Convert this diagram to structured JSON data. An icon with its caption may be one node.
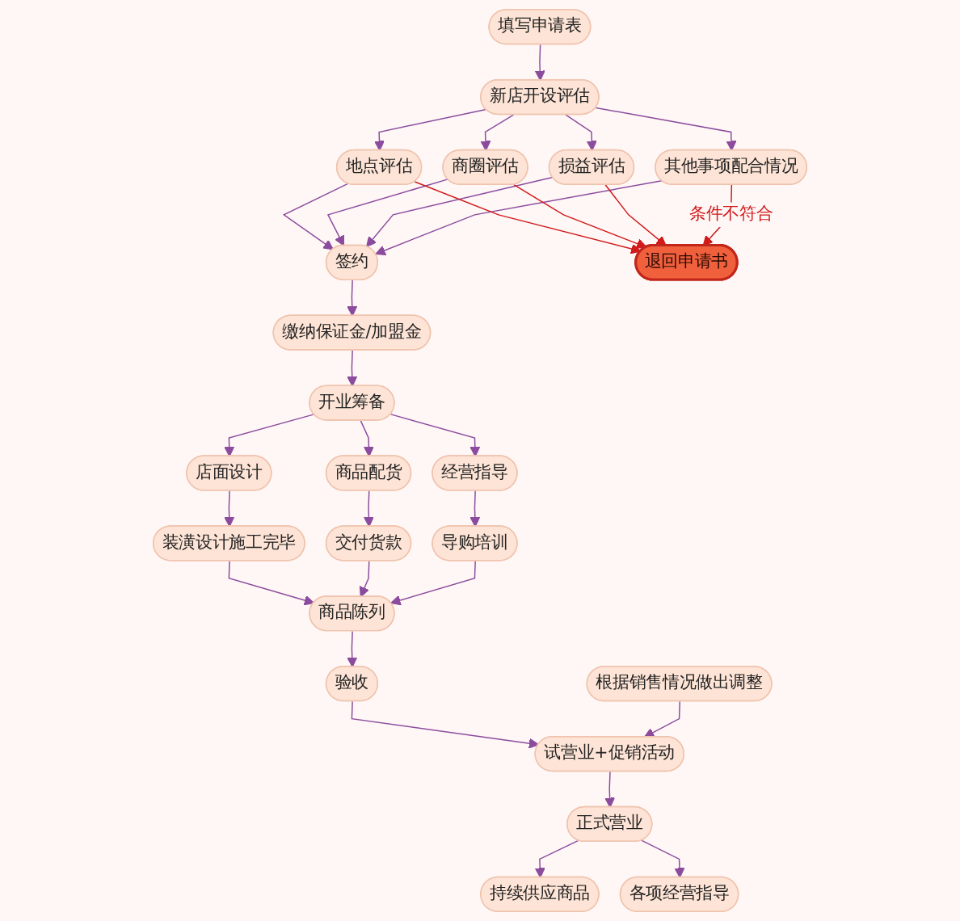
{
  "diagram": {
    "nodes": [
      {
        "text": [
          "填写申请表"
        ]
      },
      {
        "text": [
          "新店开设评估"
        ]
      },
      {
        "text": [
          "地点评估"
        ]
      },
      {
        "text": [
          "商圈评估"
        ]
      },
      {
        "text": [
          "损益评估"
        ]
      },
      {
        "text": [
          "其他事项配合情况"
        ]
      },
      {
        "text": [
          "签约"
        ]
      },
      {
        "text": [
          "退回申请书"
        ]
      },
      {
        "text": [
          "缴纳保证金/加盟金"
        ]
      },
      {
        "text": [
          "开业筹备"
        ]
      },
      {
        "text": [
          "商品配货"
        ]
      },
      {
        "text": [
          "店面设计"
        ]
      },
      {
        "text": [
          "经营指导"
        ]
      },
      {
        "text": [
          "交付货款"
        ]
      },
      {
        "text": [
          "装潢设计施工完毕"
        ]
      },
      {
        "text": [
          "商品陈列"
        ]
      },
      {
        "text": [
          "导购培训"
        ]
      },
      {
        "text": [
          "验收"
        ]
      },
      {
        "text": [
          "试营业+促销活动"
        ]
      },
      {
        "text": [
          "根据销售情况做出调整"
        ]
      },
      {
        "text": [
          "正式营业"
        ]
      },
      {
        "text": [
          "持续供应商品"
        ]
      },
      {
        "text": [
          "各项经营指导"
        ]
      }
    ],
    "edges": [
      {
        "from": 0,
        "to": 1,
        "arrow": "to"
      },
      {
        "from": 1,
        "to": 2,
        "arrow": "to"
      },
      {
        "from": 1,
        "to": 3,
        "arrow": "to"
      },
      {
        "from": 1,
        "to": 4,
        "arrow": "to"
      },
      {
        "from": 1,
        "to": 5,
        "arrow": "to"
      },
      {
        "from": 2,
        "to": 6,
        "arrow": "to"
      },
      {
        "from": 3,
        "to": 6,
        "arrow": "to"
      },
      {
        "from": 4,
        "to": 6,
        "arrow": "to"
      },
      {
        "from": 5,
        "to": 6,
        "arrow": "to"
      },
      {
        "from": 2,
        "to": 7,
        "arrow": "to",
        "color": "#d11a1a"
      },
      {
        "from": 3,
        "to": 7,
        "arrow": "to",
        "color": "#d11a1a"
      },
      {
        "from": 4,
        "to": 7,
        "arrow": "to",
        "color": "#d11a1a"
      },
      {
        "from": 5,
        "to": 7,
        "arrow": "to",
        "label": "条件不符合",
        "color": "#d11a1a"
      },
      {
        "from": 6,
        "to": 8,
        "arrow": "to"
      },
      {
        "from": 8,
        "to": 9,
        "arrow": "to"
      },
      {
        "from": 9,
        "to": 11,
        "arrow": "to"
      },
      {
        "from": 9,
        "to": 10,
        "arrow": "to"
      },
      {
        "from": 9,
        "to": 12,
        "arrow": "to"
      },
      {
        "from": 11,
        "to": 14,
        "arrow": "to"
      },
      {
        "from": 10,
        "to": 13,
        "arrow": "to"
      },
      {
        "from": 12,
        "to": 16,
        "arrow": "to"
      },
      {
        "from": 14,
        "to": 15,
        "arrow": "to"
      },
      {
        "from": 13,
        "to": 15,
        "arrow": "to"
      },
      {
        "from": 16,
        "to": 15,
        "arrow": "to"
      },
      {
        "from": 15,
        "to": 17,
        "arrow": "to"
      },
      {
        "from": 17,
        "to": 18,
        "arrow": "to"
      },
      {
        "from": 19,
        "to": 18,
        "arrow": "to"
      },
      {
        "from": 18,
        "to": 20,
        "arrow": "to"
      },
      {
        "from": 20,
        "to": 21,
        "arrow": "to"
      },
      {
        "from": 20,
        "to": 22,
        "arrow": "to"
      }
    ]
  }
}
